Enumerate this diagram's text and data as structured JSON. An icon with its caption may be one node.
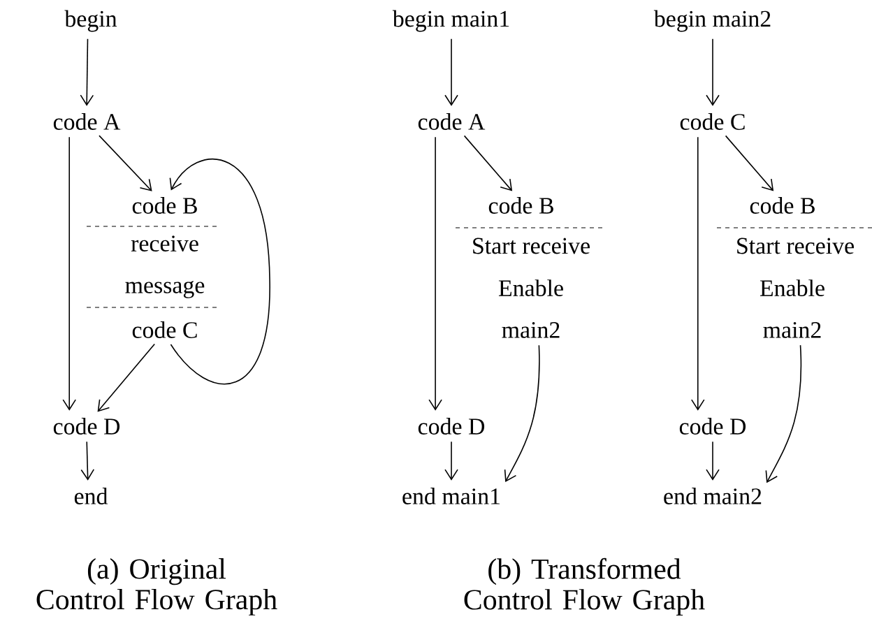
{
  "diagram": {
    "nodes": [
      {
        "text": [
          "begin"
        ]
      },
      {
        "text": [
          "code A"
        ]
      },
      {
        "text": [
          "code B"
        ]
      },
      {
        "text": [
          "receive message"
        ]
      },
      {
        "text": [
          "code C"
        ]
      },
      {
        "text": [
          "code D"
        ]
      },
      {
        "text": [
          "end"
        ]
      },
      {
        "text": [
          "begin main1"
        ]
      },
      {
        "text": [
          "code A"
        ]
      },
      {
        "text": [
          "code B"
        ]
      },
      {
        "text": [
          "Start receive"
        ]
      },
      {
        "text": [
          "Enable main2"
        ]
      },
      {
        "text": [
          "code D"
        ]
      },
      {
        "text": [
          "end main1"
        ]
      },
      {
        "text": [
          "begin main2"
        ]
      },
      {
        "text": [
          "code C"
        ]
      },
      {
        "text": [
          "code B"
        ]
      },
      {
        "text": [
          "Start receive"
        ]
      },
      {
        "text": [
          "Enable main2"
        ]
      },
      {
        "text": [
          "code D"
        ]
      },
      {
        "text": [
          "end main2"
        ]
      }
    ],
    "edges": [
      {
        "from": 0,
        "to": 1,
        "arrow": "to"
      },
      {
        "from": 1,
        "to": 5,
        "arrow": "to"
      },
      {
        "from": 1,
        "to": 2,
        "arrow": "to"
      },
      {
        "from": 4,
        "to": 5,
        "arrow": "to"
      },
      {
        "from": 4,
        "to": 2,
        "arrow": "to"
      },
      {
        "from": 5,
        "to": 6,
        "arrow": "to"
      },
      {
        "from": 7,
        "to": 8,
        "arrow": "to"
      },
      {
        "from": 8,
        "to": 12,
        "arrow": "to"
      },
      {
        "from": 8,
        "to": 9,
        "arrow": "to"
      },
      {
        "from": 11,
        "to": 13,
        "arrow": "to"
      },
      {
        "from": 12,
        "to": 13,
        "arrow": "to"
      },
      {
        "from": 14,
        "to": 15,
        "arrow": "to"
      },
      {
        "from": 15,
        "to": 19,
        "arrow": "to"
      },
      {
        "from": 15,
        "to": 16,
        "arrow": "to"
      },
      {
        "from": 18,
        "to": 20,
        "arrow": "to"
      },
      {
        "from": 19,
        "to": 20,
        "arrow": "to"
      }
    ],
    "labels": [
      "(a) Original Control Flow Graph",
      "(b) Transformed Control Flow Graph"
    ]
  }
}
